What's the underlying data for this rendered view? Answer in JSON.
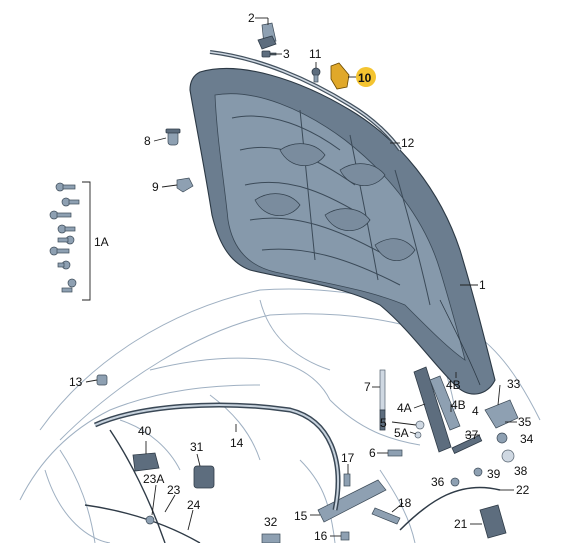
{
  "diagram": {
    "part_labels": {
      "p1": "1",
      "p2": "2",
      "p3": "3",
      "p4": "4",
      "p4a": "4A",
      "p4b_top": "4B",
      "p4b_mid": "4B",
      "p5": "5",
      "p5a": "5A",
      "p6": "6",
      "p7": "7",
      "p8": "8",
      "p9": "9",
      "p10": "10",
      "p11": "11",
      "p12": "12",
      "p13": "13",
      "p14": "14",
      "p15": "15",
      "p16": "16",
      "p17": "17",
      "p18": "18",
      "p21": "21",
      "p22": "22",
      "p23": "23",
      "p23a": "23A",
      "p24": "24",
      "p31": "31",
      "p32": "32",
      "p33": "33",
      "p34": "34",
      "p35": "35",
      "p36": "36",
      "p37": "37",
      "p38": "38",
      "p39": "39",
      "p40": "40",
      "p1a": "1A"
    },
    "highlight_color": "#f4c430",
    "hood_fill": "#6b7d8f",
    "body_line_color": "#b9c6d3"
  }
}
